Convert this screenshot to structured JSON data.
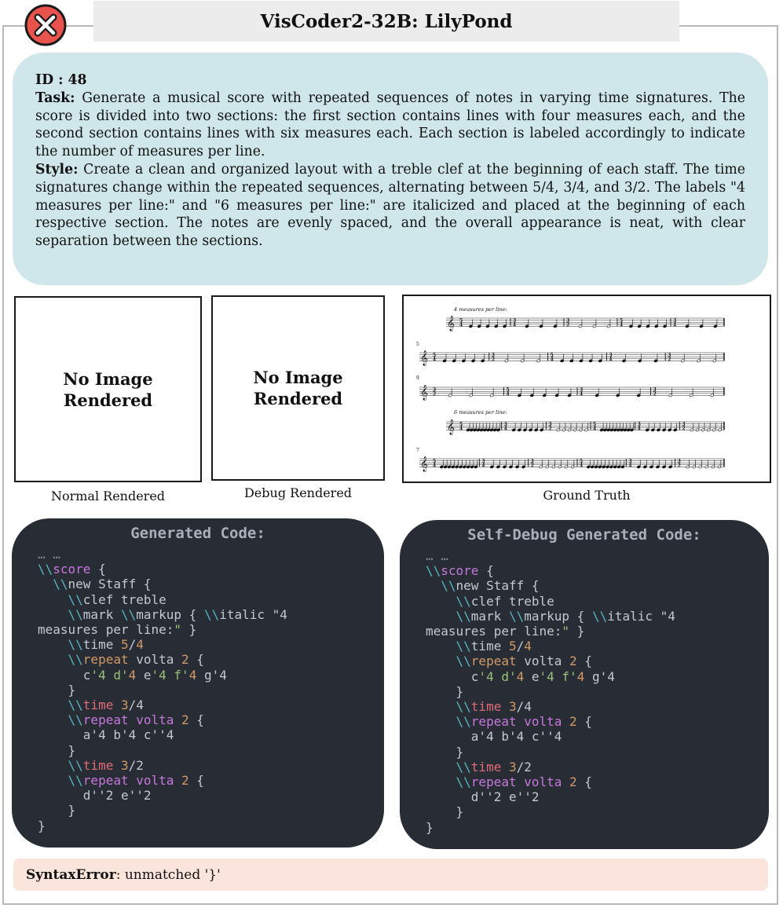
{
  "header": {
    "title": "VisCoder2-32B: LilyPond",
    "status_icon": "error-x-icon",
    "status_color": "#e8534e"
  },
  "task_card": {
    "id_label": "ID : 48",
    "task_label": "Task:",
    "task_text": " Generate a musical score with repeated sequences of notes in varying time signatures. The score is divided into two sections: the first section contains lines with four measures each, and the second section contains lines with six measures each. Each section is labeled accordingly to indicate the number of measures per line.",
    "style_label": "Style:",
    "style_text": " Create a clean and organized layout with a treble clef at the beginning of each staff. The time signatures change within the repeated sequences, alternating between 5/4, 3/4, and 3/2. The labels \"4 measures per line:\" and \"6 measures per line:\" are italicized and placed at the beginning of each respective section. The notes are evenly spaced, and the overall appearance is neat, with clear separation between the sections."
  },
  "panels": {
    "normal": {
      "placeholder": "No Image\nRendered",
      "caption": "Normal Rendered"
    },
    "debug": {
      "placeholder": "No Image\nRendered",
      "caption": "Debug Rendered"
    },
    "ground_truth": {
      "caption": "Ground Truth",
      "section1_label": "4 measures per line:",
      "section2_label": "6 measures per line:",
      "measure_numbers": [
        "5",
        "9",
        "7"
      ]
    }
  },
  "code_panels": {
    "generated": {
      "title": "Generated Code:"
    },
    "self_debug": {
      "title": "Self-Debug Generated Code:"
    }
  },
  "error": {
    "type": "SyntaxError",
    "message": ": unmatched '}'"
  }
}
